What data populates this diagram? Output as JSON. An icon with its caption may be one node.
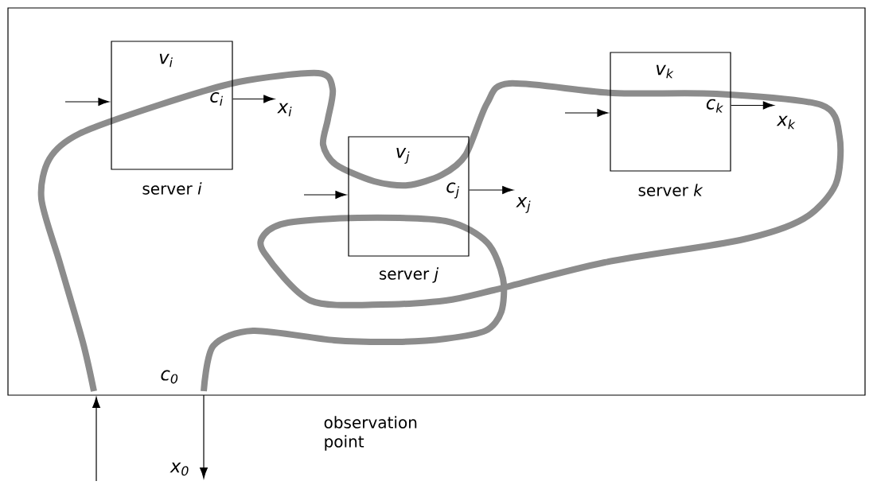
{
  "diagram": {
    "nodes": [
      {
        "text": [],
        "shape": "box"
      },
      {
        "text": [
          "v$_{i}$",
          "c$_{i}$"
        ],
        "beside": [
          "server *i*"
        ],
        "in": 0
      },
      {
        "text": [
          "v$_{j}$",
          "c$_{j}$"
        ],
        "beside": [
          "server *j*"
        ],
        "in": 0
      },
      {
        "text": [
          "v$_{k}$",
          "c$_{k}$"
        ],
        "beside": [
          "server *k*"
        ],
        "in": 0
      },
      {
        "text": [
          "x$_{i}$"
        ],
        "in": 0
      },
      {
        "text": [
          "x$_{j}$"
        ],
        "in": 0
      },
      {
        "text": [
          "x$_{k}$"
        ],
        "in": 0
      },
      {
        "text": [
          "x$_{0}$"
        ]
      }
    ],
    "edges": [
      {
        "from": null,
        "to": 1,
        "arrow": "to"
      },
      {
        "from": 1,
        "to": 4,
        "arrow": "to"
      },
      {
        "from": null,
        "to": 2,
        "arrow": "to"
      },
      {
        "from": 2,
        "to": 5,
        "arrow": "to"
      },
      {
        "from": null,
        "to": 3,
        "arrow": "to"
      },
      {
        "from": 3,
        "to": 6,
        "arrow": "to"
      },
      {
        "from": null,
        "to": 0,
        "arrow": "to"
      },
      {
        "from": 0,
        "to": 7,
        "arrow": "to"
      }
    ],
    "labels": [
      "c$_{0}$",
      "observation point"
    ]
  }
}
